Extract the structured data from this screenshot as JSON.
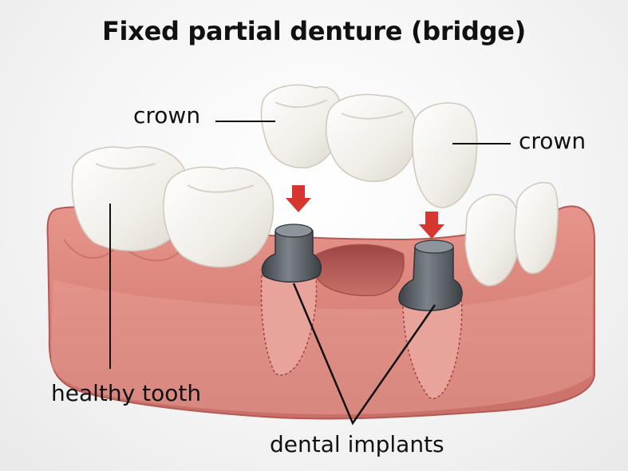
{
  "title": "Fixed partial denture (bridge)",
  "labels": {
    "crown_left": "crown",
    "crown_right": "crown",
    "healthy_tooth": "healthy tooth",
    "dental_implants": "dental implants"
  },
  "colors": {
    "gum": "#d9837a",
    "gum_dark": "#b45a55",
    "tooth": "#f4f1ec",
    "implant": "#5d6369",
    "arrow": "#d6362f",
    "text": "#111111"
  }
}
